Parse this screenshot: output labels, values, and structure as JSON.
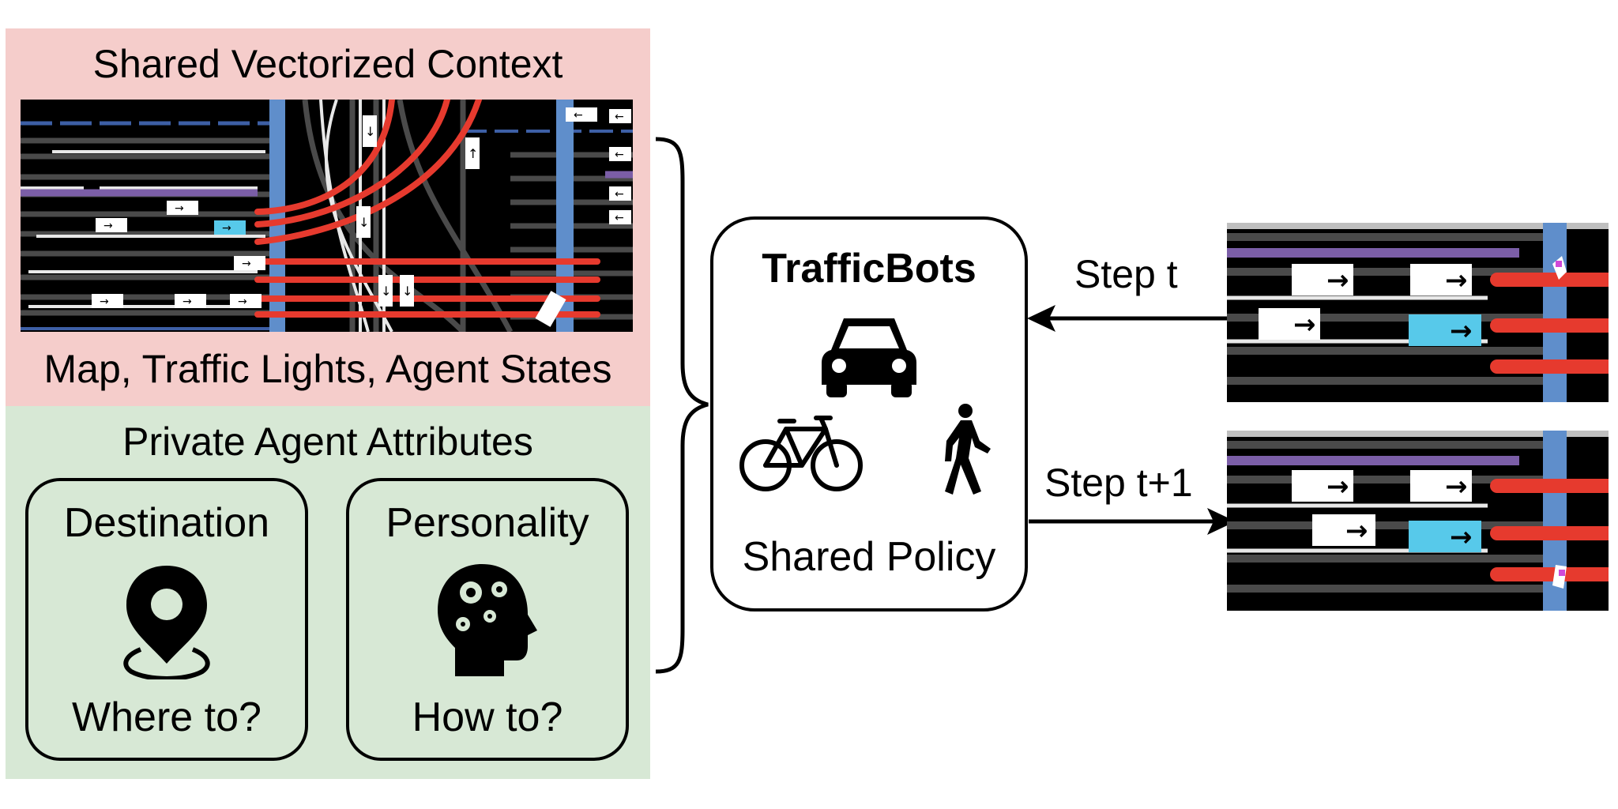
{
  "shared_context": {
    "title": "Shared Vectorized Context",
    "caption": "Map, Traffic Lights, Agent States"
  },
  "private_attributes": {
    "title": "Private Agent Attributes",
    "destination": {
      "title": "Destination",
      "question": "Where to?",
      "icon": "map-pin-icon"
    },
    "personality": {
      "title": "Personality",
      "question": "How to?",
      "icon": "head-gears-icon"
    }
  },
  "policy": {
    "title": "TrafficBots",
    "subtitle": "Shared Policy",
    "icons": [
      "car-icon",
      "bicycle-icon",
      "pedestrian-icon"
    ]
  },
  "steps": {
    "input": "Step t",
    "output": "Step t+1"
  },
  "colors": {
    "shared_bg": "#f5cdcb",
    "private_bg": "#d7e8d5",
    "map_bg": "#000000",
    "lane_red": "#e63a2e",
    "lane_blue": "#5f8ecb",
    "lane_purple": "#7b5ea7",
    "agent_cyan": "#57c9ea"
  }
}
